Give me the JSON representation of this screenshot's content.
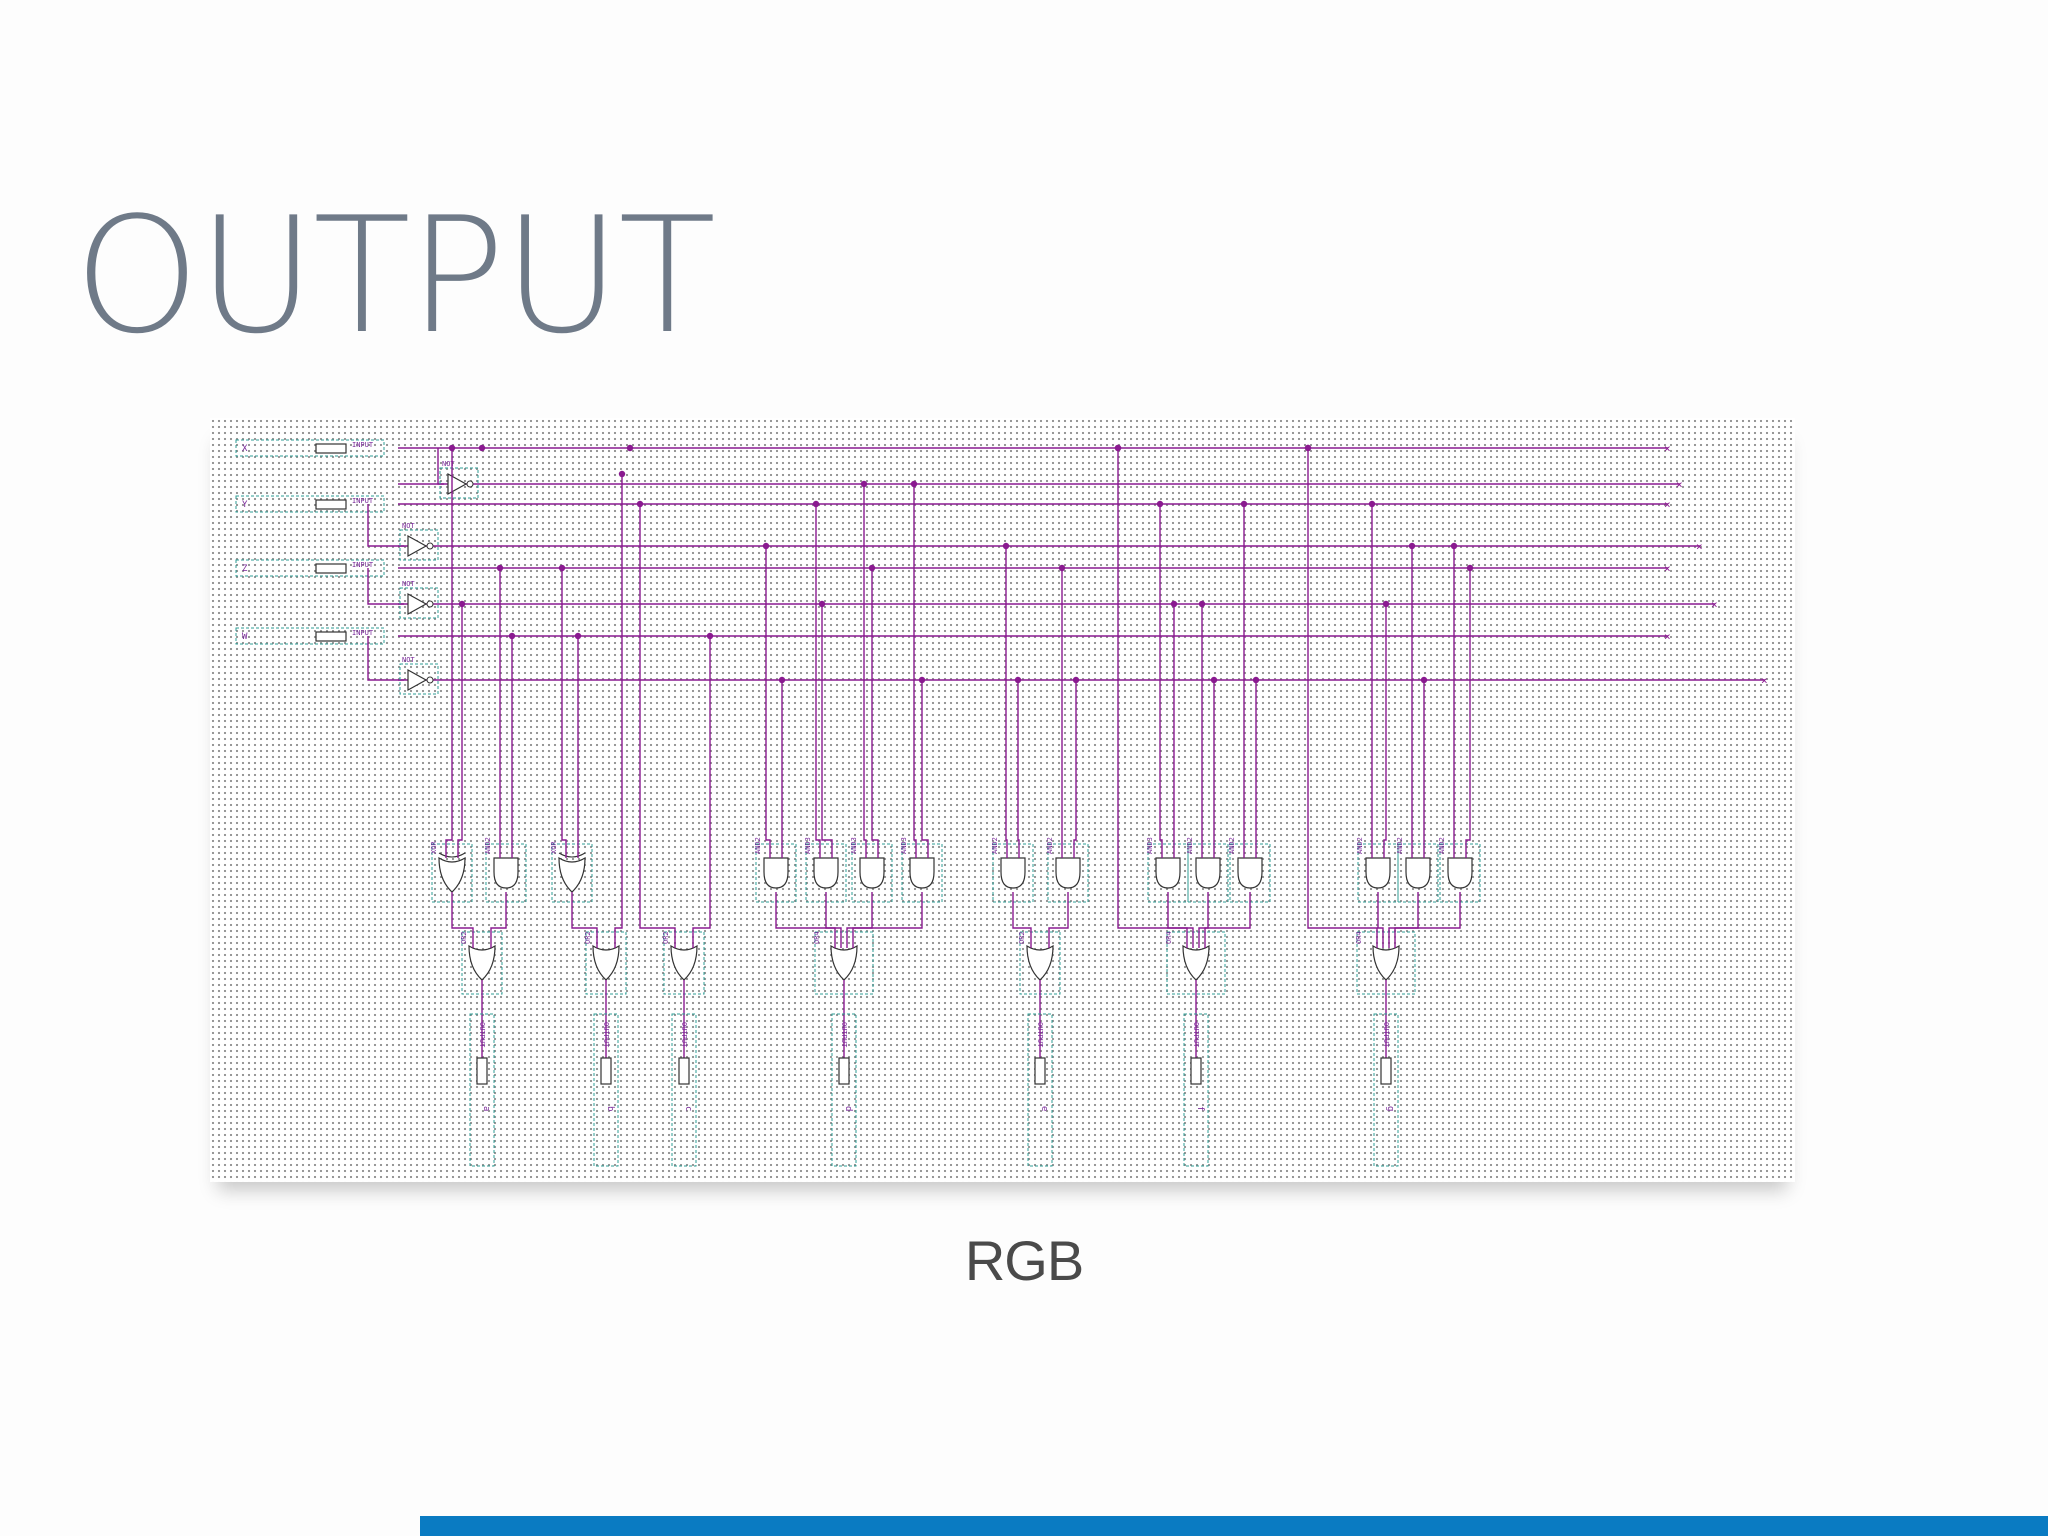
{
  "slide": {
    "title": "OUTPUT",
    "caption": "RGB",
    "accent_color": "#0a7bc2"
  },
  "schematic": {
    "wire_color": "#8a1a90",
    "box_color": "#2f9e96",
    "label_color": "#7a2a9a",
    "inputs": [
      {
        "name": "X",
        "tag": "INPUT"
      },
      {
        "name": "Y",
        "tag": "INPUT"
      },
      {
        "name": "Z",
        "tag": "INPUT"
      },
      {
        "name": "W",
        "tag": "INPUT"
      }
    ],
    "inverters": [
      {
        "label": "NOT"
      },
      {
        "label": "NOT"
      },
      {
        "label": "NOT"
      },
      {
        "label": "NOT"
      }
    ],
    "first_stage_gates": [
      {
        "type": "xor",
        "label": "XOR"
      },
      {
        "type": "and",
        "label": "AND2"
      },
      {
        "type": "xor",
        "label": "XOR"
      },
      {
        "type": "and",
        "label": "AND2"
      },
      {
        "type": "and",
        "label": "AND3"
      },
      {
        "type": "and",
        "label": "AND3"
      },
      {
        "type": "and",
        "label": "AND3"
      },
      {
        "type": "and",
        "label": "AND2"
      },
      {
        "type": "and",
        "label": "AND2"
      },
      {
        "type": "and",
        "label": "AND3"
      },
      {
        "type": "and",
        "label": "AND2"
      },
      {
        "type": "and",
        "label": "AND2"
      },
      {
        "type": "and",
        "label": "AND2"
      },
      {
        "type": "and",
        "label": "AND2"
      },
      {
        "type": "and",
        "label": "AND2"
      },
      {
        "type": "and",
        "label": "AND2"
      },
      {
        "type": "and",
        "label": "AND2"
      }
    ],
    "output_gates": [
      {
        "label": "OR2"
      },
      {
        "label": "OR2"
      },
      {
        "label": "OR2"
      },
      {
        "label": "OR4"
      },
      {
        "label": "OR2"
      },
      {
        "label": "OR4"
      },
      {
        "label": "OR4"
      }
    ],
    "outputs": [
      {
        "name": "a",
        "tag": "OUTPUT"
      },
      {
        "name": "b",
        "tag": "OUTPUT"
      },
      {
        "name": "c",
        "tag": "OUTPUT"
      },
      {
        "name": "d",
        "tag": "OUTPUT"
      },
      {
        "name": "e",
        "tag": "OUTPUT"
      },
      {
        "name": "f",
        "tag": "OUTPUT"
      },
      {
        "name": "g",
        "tag": "OUTPUT"
      }
    ]
  }
}
